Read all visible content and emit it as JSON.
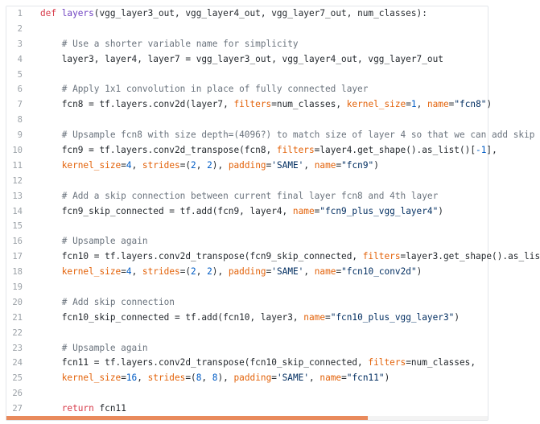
{
  "colors": {
    "keyword": "#d73a49",
    "function": "#6f42c1",
    "comment": "#6a737d",
    "kwarg": "#e36209",
    "string": "#032f62",
    "number": "#005cc5",
    "scrollbar_thumb": "#e98a5c"
  },
  "scrollbar": {
    "horizontal_position_fraction": 0.0,
    "visible_fraction": 0.75
  },
  "lines": [
    {
      "n": "1",
      "tokens": [
        [
          "kw",
          "def "
        ],
        [
          "fn",
          "layers"
        ],
        [
          "",
          "(vgg_layer3_out, vgg_layer4_out, vgg_layer7_out, num_classes):"
        ]
      ]
    },
    {
      "n": "2",
      "tokens": []
    },
    {
      "n": "3",
      "tokens": [
        [
          "cm",
          "    # Use a shorter variable name for simplicity"
        ]
      ]
    },
    {
      "n": "4",
      "tokens": [
        [
          "",
          "    layer3, layer4, layer7 = vgg_layer3_out, vgg_layer4_out, vgg_layer7_out"
        ]
      ]
    },
    {
      "n": "5",
      "tokens": []
    },
    {
      "n": "6",
      "tokens": [
        [
          "cm",
          "    # Apply 1x1 convolution in place of fully connected layer"
        ]
      ]
    },
    {
      "n": "7",
      "tokens": [
        [
          "",
          "    fcn8 = tf.layers.conv2d(layer7, "
        ],
        [
          "kwarg",
          "filters"
        ],
        [
          "",
          "=num_classes, "
        ],
        [
          "kwarg",
          "kernel_size"
        ],
        [
          "",
          "="
        ],
        [
          "num",
          "1"
        ],
        [
          "",
          ", "
        ],
        [
          "kwarg",
          "name"
        ],
        [
          "",
          "="
        ],
        [
          "str",
          "\"fcn8\""
        ],
        [
          "",
          ")"
        ]
      ]
    },
    {
      "n": "8",
      "tokens": []
    },
    {
      "n": "9",
      "tokens": [
        [
          "cm",
          "    # Upsample fcn8 with size depth=(4096?) to match size of layer 4 so that we can add skip"
        ]
      ]
    },
    {
      "n": "10",
      "tokens": [
        [
          "",
          "    fcn9 = tf.layers.conv2d_transpose(fcn8, "
        ],
        [
          "kwarg",
          "filters"
        ],
        [
          "",
          "=layer4.get_shape().as_list()["
        ],
        [
          "num",
          "-1"
        ],
        [
          "",
          "],"
        ]
      ]
    },
    {
      "n": "11",
      "tokens": [
        [
          "kwarg",
          "    kernel_size"
        ],
        [
          "",
          "="
        ],
        [
          "num",
          "4"
        ],
        [
          "",
          ", "
        ],
        [
          "kwarg",
          "strides"
        ],
        [
          "",
          "=("
        ],
        [
          "num",
          "2"
        ],
        [
          "",
          ", "
        ],
        [
          "num",
          "2"
        ],
        [
          "",
          "), "
        ],
        [
          "kwarg",
          "padding"
        ],
        [
          "",
          "="
        ],
        [
          "str",
          "'SAME'"
        ],
        [
          "",
          ", "
        ],
        [
          "kwarg",
          "name"
        ],
        [
          "",
          "="
        ],
        [
          "str",
          "\"fcn9\""
        ],
        [
          "",
          ")"
        ]
      ]
    },
    {
      "n": "12",
      "tokens": []
    },
    {
      "n": "13",
      "tokens": [
        [
          "cm",
          "    # Add a skip connection between current final layer fcn8 and 4th layer"
        ]
      ]
    },
    {
      "n": "14",
      "tokens": [
        [
          "",
          "    fcn9_skip_connected = tf.add(fcn9, layer4, "
        ],
        [
          "kwarg",
          "name"
        ],
        [
          "",
          "="
        ],
        [
          "str",
          "\"fcn9_plus_vgg_layer4\""
        ],
        [
          "",
          ")"
        ]
      ]
    },
    {
      "n": "15",
      "tokens": []
    },
    {
      "n": "16",
      "tokens": [
        [
          "cm",
          "    # Upsample again"
        ]
      ]
    },
    {
      "n": "17",
      "tokens": [
        [
          "",
          "    fcn10 = tf.layers.conv2d_transpose(fcn9_skip_connected, "
        ],
        [
          "kwarg",
          "filters"
        ],
        [
          "",
          "=layer3.get_shape().as_lis"
        ]
      ]
    },
    {
      "n": "18",
      "tokens": [
        [
          "kwarg",
          "    kernel_size"
        ],
        [
          "",
          "="
        ],
        [
          "num",
          "4"
        ],
        [
          "",
          ", "
        ],
        [
          "kwarg",
          "strides"
        ],
        [
          "",
          "=("
        ],
        [
          "num",
          "2"
        ],
        [
          "",
          ", "
        ],
        [
          "num",
          "2"
        ],
        [
          "",
          "), "
        ],
        [
          "kwarg",
          "padding"
        ],
        [
          "",
          "="
        ],
        [
          "str",
          "'SAME'"
        ],
        [
          "",
          ", "
        ],
        [
          "kwarg",
          "name"
        ],
        [
          "",
          "="
        ],
        [
          "str",
          "\"fcn10_conv2d\""
        ],
        [
          "",
          ")"
        ]
      ]
    },
    {
      "n": "19",
      "tokens": []
    },
    {
      "n": "20",
      "tokens": [
        [
          "cm",
          "    # Add skip connection"
        ]
      ]
    },
    {
      "n": "21",
      "tokens": [
        [
          "",
          "    fcn10_skip_connected = tf.add(fcn10, layer3, "
        ],
        [
          "kwarg",
          "name"
        ],
        [
          "",
          "="
        ],
        [
          "str",
          "\"fcn10_plus_vgg_layer3\""
        ],
        [
          "",
          ")"
        ]
      ]
    },
    {
      "n": "22",
      "tokens": []
    },
    {
      "n": "23",
      "tokens": [
        [
          "cm",
          "    # Upsample again"
        ]
      ]
    },
    {
      "n": "24",
      "tokens": [
        [
          "",
          "    fcn11 = tf.layers.conv2d_transpose(fcn10_skip_connected, "
        ],
        [
          "kwarg",
          "filters"
        ],
        [
          "",
          "=num_classes,"
        ]
      ]
    },
    {
      "n": "25",
      "tokens": [
        [
          "kwarg",
          "    kernel_size"
        ],
        [
          "",
          "="
        ],
        [
          "num",
          "16"
        ],
        [
          "",
          ", "
        ],
        [
          "kwarg",
          "strides"
        ],
        [
          "",
          "=("
        ],
        [
          "num",
          "8"
        ],
        [
          "",
          ", "
        ],
        [
          "num",
          "8"
        ],
        [
          "",
          "), "
        ],
        [
          "kwarg",
          "padding"
        ],
        [
          "",
          "="
        ],
        [
          "str",
          "'SAME'"
        ],
        [
          "",
          ", "
        ],
        [
          "kwarg",
          "name"
        ],
        [
          "",
          "="
        ],
        [
          "str",
          "\"fcn11\""
        ],
        [
          "",
          ")"
        ]
      ]
    },
    {
      "n": "26",
      "tokens": []
    },
    {
      "n": "27",
      "tokens": [
        [
          "kw",
          "    return "
        ],
        [
          "",
          "fcn11"
        ]
      ]
    }
  ]
}
